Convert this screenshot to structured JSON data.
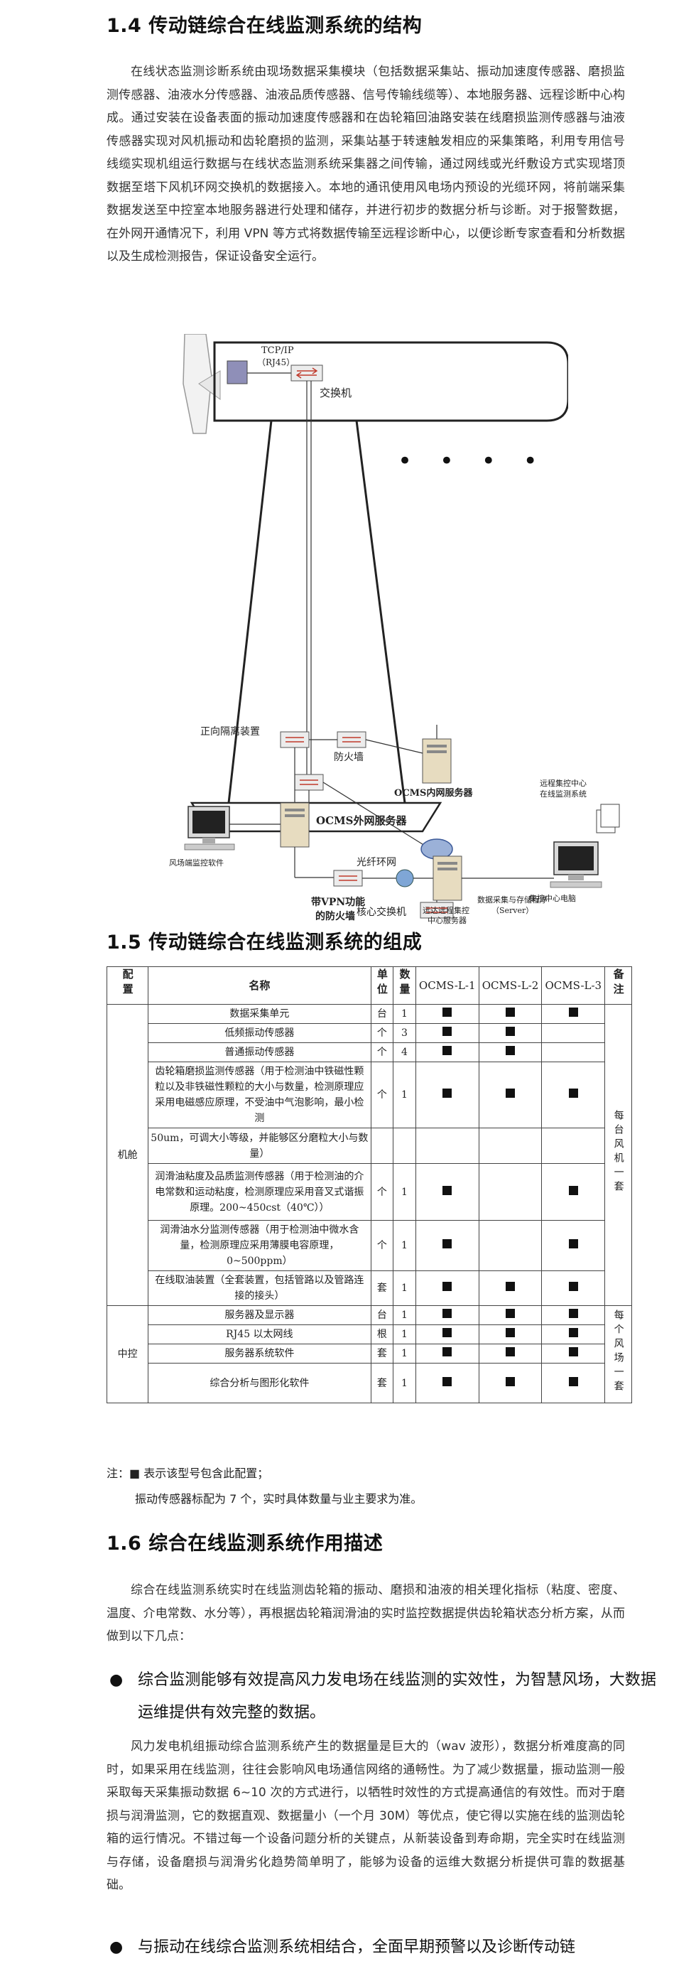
{
  "section1": {
    "title": "1.4  传动链综合在线监测系统的结构",
    "body": "在线状态监测诊断系统由现场数据采集模块（包括数据采集站、振动加速度传感器、磨损监测传感器、油液水分传感器、油液品质传感器、信号传输线缆等）、本地服务器、远程诊断中心构成。通过安装在设备表面的振动加速度传感器和在齿轮箱回油路安装在线磨损监测传感器与油液传感器实现对风机振动和齿轮磨损的监测，采集站基于转速触发相应的采集策略，利用专用信号线缆实现机组运行数据与在线状态监测系统采集器之间传输，通过网线或光纤敷设方式实现塔顶数据至塔下风机环网交换机的数据接入。本地的通讯使用风电场内预设的光缆环网，将前端采集数据发送至中控室本地服务器进行处理和储存，并进行初步的数据分析与诊断。对于报警数据，在外网开通情况下，利用 VPN 等方式将数据传输至远程诊断中心，以便诊断专家查看和分析数据以及生成检测报告，保证设备安全运行。"
  },
  "diagram": {
    "tcpip": "TCP/IP",
    "rj45": "（RJ45）",
    "switch": "交换机",
    "fiber_ring": "光纤环网",
    "core_switch": "核心交换机",
    "data_collection": "数据采集与存储程序",
    "server": "（Server）",
    "forward_isolation": "正向隔离装置",
    "firewall": "防火墙",
    "ocms_internal": "OCMS内网服务器",
    "ocms_external": "OCMS外网服务器",
    "farm_software": "风场端监控软件",
    "vpn_firewall_1": "带VPN功能",
    "vpn_firewall_2": "的防火墙",
    "remote_server_1": "远达远程集控",
    "remote_server_2": "中心服务器",
    "remote_center_1": "远程集控中心",
    "remote_center_2": "在线监测系统",
    "control_pc": "集控中心电脑"
  },
  "section2": {
    "title": "1.5  传动链综合在线监测系统的组成"
  },
  "table": {
    "headers": [
      "配置",
      "名称",
      "单位",
      "数量",
      "OCMS-L-1",
      "OCMS-L-2",
      "OCMS-L-3",
      "备注"
    ],
    "group1": "机舱",
    "group2": "中控",
    "remark1": "每台风机一套",
    "remark2": "每个风场一套",
    "rows": [
      {
        "name": "数据采集单元",
        "unit": "台",
        "qty": "1",
        "c": [
          1,
          1,
          1
        ]
      },
      {
        "name": "低频振动传感器",
        "unit": "个",
        "qty": "3",
        "c": [
          1,
          1,
          0
        ]
      },
      {
        "name": "普通振动传感器",
        "unit": "个",
        "qty": "4",
        "c": [
          1,
          1,
          0
        ]
      },
      {
        "name": "齿轮箱磨损监测传感器（用于检测油中铁磁性颗粒以及非铁磁性颗粒的大小与数量，检测原理应采用电磁感应原理，不受油中气泡影响，最小检测",
        "unit": "个",
        "qty": "1",
        "c": [
          1,
          1,
          1
        ]
      },
      {
        "name": "50um，可调大小等级，并能够区分磨粒大小与数量）",
        "unit": "",
        "qty": "",
        "c": [
          0,
          0,
          0
        ]
      },
      {
        "name": "润滑油粘度及品质监测传感器（用于检测油的介电常数和运动粘度，检测原理应采用音叉式谐振原理。200~450cst（40℃））",
        "unit": "个",
        "qty": "1",
        "c": [
          1,
          0,
          1
        ]
      },
      {
        "name": "润滑油水分监测传感器（用于检测油中微水含量，检测原理应采用薄膜电容原理，0~500ppm）",
        "unit": "个",
        "qty": "1",
        "c": [
          1,
          0,
          1
        ]
      },
      {
        "name": "在线取油装置（全套装置，包括管路以及管路连接的接头）",
        "unit": "套",
        "qty": "1",
        "c": [
          1,
          1,
          1
        ]
      },
      {
        "name": "服务器及显示器",
        "unit": "台",
        "qty": "1",
        "c": [
          1,
          1,
          1
        ]
      },
      {
        "name": "RJ45 以太网线",
        "unit": "根",
        "qty": "1",
        "c": [
          1,
          1,
          1
        ]
      },
      {
        "name": "服务器系统软件",
        "unit": "套",
        "qty": "1",
        "c": [
          1,
          1,
          1
        ]
      },
      {
        "name": "综合分析与图形化软件",
        "unit": "套",
        "qty": "1",
        "c": [
          1,
          1,
          1
        ]
      }
    ],
    "note1": "注：■ 表示该型号包含此配置；",
    "note2": "振动传感器标配为 7 个，实时具体数量与业主要求为准。"
  },
  "section3": {
    "title": "1.6  综合在线监测系统作用描述",
    "body1": "综合在线监测系统实时在线监测齿轮箱的振动、磨损和油液的相关理化指标（粘度、密度、温度、介电常数、水分等），再根据齿轮箱润滑油的实时监控数据提供齿轮箱状态分析方案，从而做到以下几点：",
    "bullet1": "综合监测能够有效提高风力发电场在线监测的实效性，为智慧风场，大数据运维提供有效完整的数据。",
    "body2": "风力发电机组振动综合监测系统产生的数据量是巨大的（wav 波形），数据分析难度高的同时，如果采用在线监测，往往会影响风电场通信网络的通畅性。为了减少数据量，振动监测一般采取每天采集振动数据 6~10 次的方式进行，以牺牲时效性的方式提高通信的有效性。而对于磨损与润滑监测，它的数据直观、数据量小（一个月 30M）等优点，使它得以实施在线的监测齿轮箱的运行情况。不错过每一个设备问题分析的关键点，从新装设备到寿命期，完全实时在线监测与存储，设备磨损与润滑劣化趋势简单明了，能够为设备的运维大数据分析提供可靠的数据基础。",
    "bullet2": "与振动在线综合监测系统相结合，全面早期预警以及诊断传动链"
  }
}
